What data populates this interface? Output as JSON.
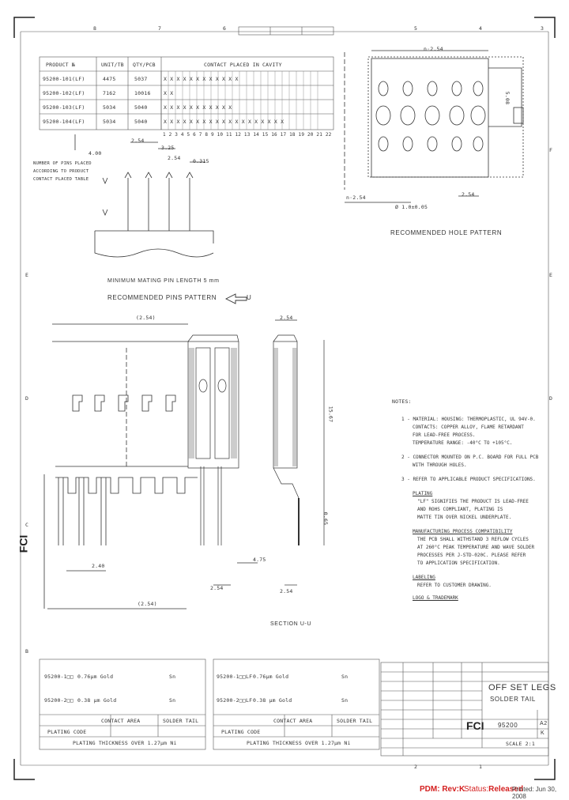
{
  "grid_cols_top": [
    "8",
    "7",
    "6",
    "5",
    "4",
    "3"
  ],
  "grid_cols_bottom": [
    "2",
    "1"
  ],
  "grid_rows_left": [
    "E",
    "D",
    "C",
    "B"
  ],
  "grid_rows_right": [
    "F",
    "E",
    "D"
  ],
  "product_table": {
    "headers": [
      "PRODUCT №",
      "UNIT/TB",
      "QTY/PCB",
      "CONTACT PLACED IN CAVITY"
    ],
    "rows": [
      {
        "product": "95200-101(LF)",
        "unit": "4475",
        "qty": "5037",
        "marks": "X X   X X X X X X X      X X X"
      },
      {
        "product": "95200-102(LF)",
        "unit": "7162",
        "qty": "10016",
        "marks": "X X"
      },
      {
        "product": "95200-103(LF)",
        "unit": "5034",
        "qty": "5040",
        "marks": "X   X   X   X   X X X X X X X"
      },
      {
        "product": "95200-104(LF)",
        "unit": "5034",
        "qty": "5040",
        "marks": "X X X X X X X X X X X X X X X X X X X"
      }
    ],
    "cavity_numbers": "1 2 3 4 5 6 7 8 9 10 11 12 13 14 15 16 17 18 19 20 21 22"
  },
  "pins_view": {
    "dims": [
      "2.54",
      "4.00",
      "3.25",
      "2.54",
      "0.315"
    ],
    "left_notes": [
      "NUMBER OF PINS PLACED",
      "ACCORDING TO PRODUCT",
      "CONTACT PLACED TABLE"
    ],
    "caption1": "MINIMUM MATING PIN LENGTH 5 mm",
    "caption2": "RECOMMENDED PINS PATTERN",
    "arrow_label": "U"
  },
  "hole_view": {
    "dims_top": "n·2.54",
    "dim_side": "2.54",
    "dim_diag": "n·2.54",
    "dim_bottom1": "2.54",
    "dim_bottom2": "Ø 1.0±0.05",
    "side_label": "5.08",
    "caption": "RECOMMENDED HOLE PATTERN"
  },
  "main_view": {
    "dim_width": "(2.54)",
    "dim_section": "2.54",
    "dim_len": "(2.54)",
    "dim_a": "2.40",
    "dim_b": "4.75",
    "dim_c": "15.67",
    "dim_d": "0.65",
    "dim_e": "2.54",
    "section_label": "SECTION U-U"
  },
  "notes": {
    "title": "NOTES:",
    "items": [
      "1 - MATERIAL: HOUSING: THERMOPLASTIC, UL 94V-0.",
      "CONTACTS: COPPER ALLOY, FLAME RETARDANT",
      "FOR LEAD-FREE PROCESS.",
      "TEMPERATURE RANGE: -40°C TO +105°C.",
      "2 - CONNECTOR MOUNTED ON P.C. BOARD FOR FULL PCB",
      "WITH THROUGH HOLES.",
      "3 - REFER TO APPLICABLE PRODUCT SPECIFICATIONS.",
      "PLATING",
      "\"LF\" SIGNIFIES THE PRODUCT IS LEAD-FREE",
      "AND ROHS COMPLIANT, PLATING IS",
      "MATTE TIN OVER NICKEL UNDERPLATE.",
      "MANUFACTURING PROCESS COMPATIBILITY",
      "THE PCB SHALL WITHSTAND 3 REFLOW CYCLES",
      "AT 260°C PEAK TEMPERATURE AND WAVE SOLDER",
      "PROCESSES PER J-STD-020C. PLEASE REFER",
      "TO APPLICATION SPECIFICATION.",
      "LABELING",
      "REFER TO CUSTOMER DRAWING.",
      "LOGO & TRADEMARK"
    ]
  },
  "plating_box1": {
    "rows": [
      {
        "code": "95200-1□□",
        "desc": "0.76µm Gold",
        "tail": "Sn"
      },
      {
        "code": "95200-2□□",
        "desc": "0.38 µm Gold",
        "tail": "Sn"
      }
    ],
    "header": [
      "PLATING CODE",
      "CONTACT AREA",
      "SOLDER TAIL"
    ],
    "footer": "PLATING THICKNESS OVER 1.27µm Ni"
  },
  "plating_box2": {
    "rows": [
      {
        "code": "95200-1□□LF",
        "desc": "0.76µm Gold",
        "tail": "Sn"
      },
      {
        "code": "95200-2□□LF",
        "desc": "0.38 µm Gold",
        "tail": "Sn"
      }
    ],
    "header": [
      "PLATING CODE",
      "CONTACT AREA",
      "SOLDER TAIL"
    ],
    "footer": "PLATING THICKNESS OVER 1.27µm Ni"
  },
  "title_block": {
    "title1": "OFF SET LEGS",
    "title2": "SOLDER TAIL",
    "part": "95200",
    "company": "FCI",
    "sheet_size": "A2",
    "rev": "K",
    "scale": "SCALE 2:1"
  },
  "footer": {
    "pdm": "PDM: Rev:K",
    "status_prefix": "Status:",
    "status": "Released",
    "printed": "Printed: Jun 30, 2008"
  },
  "colors": {
    "footer_red": "#d42020",
    "line": "#333333"
  }
}
